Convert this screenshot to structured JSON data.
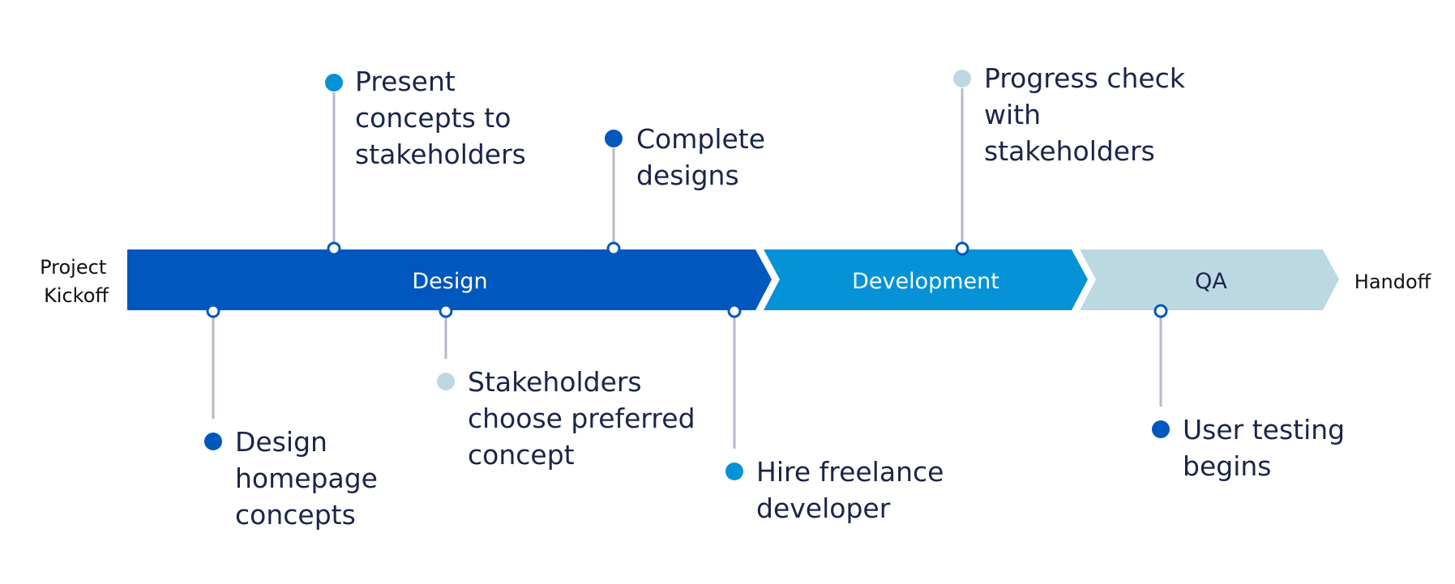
{
  "start_label": [
    "Project",
    "Kickoff"
  ],
  "end_label": "Handoff",
  "colors": {
    "design": "#0057bd",
    "development": "#0592d7",
    "qa": "#bcd9e3",
    "connector": "#b6b9c7",
    "text": "#1a2548"
  },
  "phases": [
    {
      "name": "Design",
      "color": "#0057bd",
      "text_color": "#ffffff"
    },
    {
      "name": "Development",
      "color": "#0592d7",
      "text_color": "#ffffff"
    },
    {
      "name": "QA",
      "color": "#bcd9e3",
      "text_color": "#1a2548"
    }
  ],
  "milestones": [
    {
      "id": "present-concepts",
      "text": [
        "Present",
        "concepts to",
        "stakeholders"
      ],
      "side": "above",
      "dot_color": "#0592d7"
    },
    {
      "id": "complete-designs",
      "text": [
        "Complete",
        "designs"
      ],
      "side": "above",
      "dot_color": "#0057bd"
    },
    {
      "id": "progress-check",
      "text": [
        "Progress check",
        "with",
        "stakeholders"
      ],
      "side": "above",
      "dot_color": "#bcd9e3"
    },
    {
      "id": "design-homepage-concepts",
      "text": [
        "Design",
        "homepage",
        "concepts"
      ],
      "side": "below",
      "dot_color": "#0057bd"
    },
    {
      "id": "choose-concept",
      "text": [
        "Stakeholders",
        "choose preferred",
        "concept"
      ],
      "side": "below",
      "dot_color": "#bcd9e3"
    },
    {
      "id": "hire-developer",
      "text": [
        "Hire freelance",
        "developer"
      ],
      "side": "below",
      "dot_color": "#0592d7"
    },
    {
      "id": "user-testing",
      "text": [
        "User testing",
        "begins"
      ],
      "side": "below",
      "dot_color": "#0057bd"
    }
  ]
}
